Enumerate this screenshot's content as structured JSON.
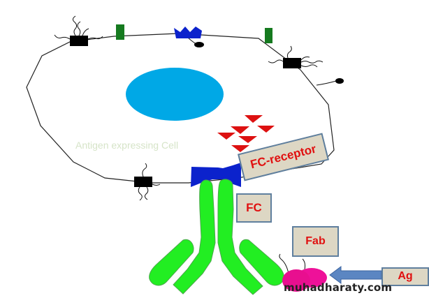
{
  "labels": {
    "cell": "Antigen expressing Cell",
    "fc_receptor": "FC-receptor",
    "fc": "FC",
    "fab": "Fab",
    "ag": "Ag"
  },
  "watermark": "muhadharaty.com",
  "colors": {
    "nucleus": "#00a8e6",
    "antibody": "#22ee22",
    "fc_receptor": "#0b22cc",
    "antigen": "#ee1199",
    "marker": "#157a1f",
    "granule": "#dd1111",
    "arrow": "#5b86c2",
    "box_fill": "#ddd7c4",
    "label_text": "#e01010"
  }
}
